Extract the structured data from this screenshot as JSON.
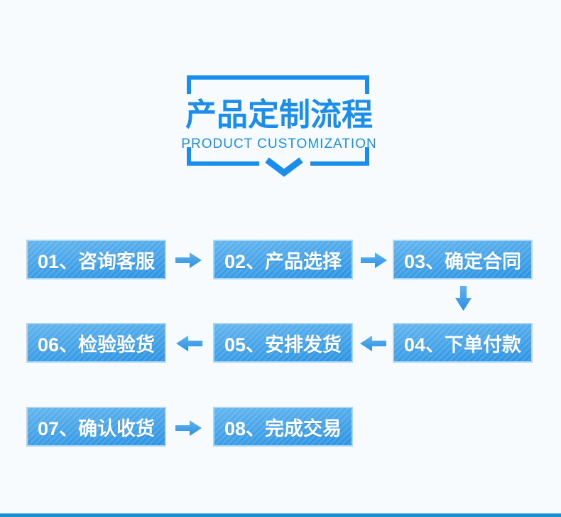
{
  "page": {
    "background_color": "#f8fbfe",
    "accent_color": "#1b8deb",
    "bottom_bar_color": "#1591d3"
  },
  "header": {
    "title": "产品定制流程",
    "subtitle": "PRODUCT CUSTOMIZATION",
    "chevron_icon": "chevron-down-icon"
  },
  "flow": {
    "box_style": {
      "border_color": "#a9d7f5",
      "gradient_top": "#60b4ed",
      "gradient_bottom": "#2a93e3",
      "text_color": "#ffffff",
      "stripe_pattern": "diagonal"
    },
    "arrow_color": "#2f95e6",
    "steps": [
      {
        "label": "01、咨询客服"
      },
      {
        "label": "02、产品选择"
      },
      {
        "label": "03、确定合同"
      },
      {
        "label": "04、下单付款"
      },
      {
        "label": "05、安排发货"
      },
      {
        "label": "06、检验验货"
      },
      {
        "label": "07、确认收货"
      },
      {
        "label": "08、完成交易"
      }
    ],
    "arrows": [
      {
        "direction": "right",
        "from": "01",
        "to": "02"
      },
      {
        "direction": "right",
        "from": "02",
        "to": "03"
      },
      {
        "direction": "down",
        "from": "03",
        "to": "04"
      },
      {
        "direction": "left",
        "from": "04",
        "to": "05"
      },
      {
        "direction": "left",
        "from": "05",
        "to": "06"
      },
      {
        "direction": "right",
        "from": "07",
        "to": "08"
      }
    ]
  }
}
